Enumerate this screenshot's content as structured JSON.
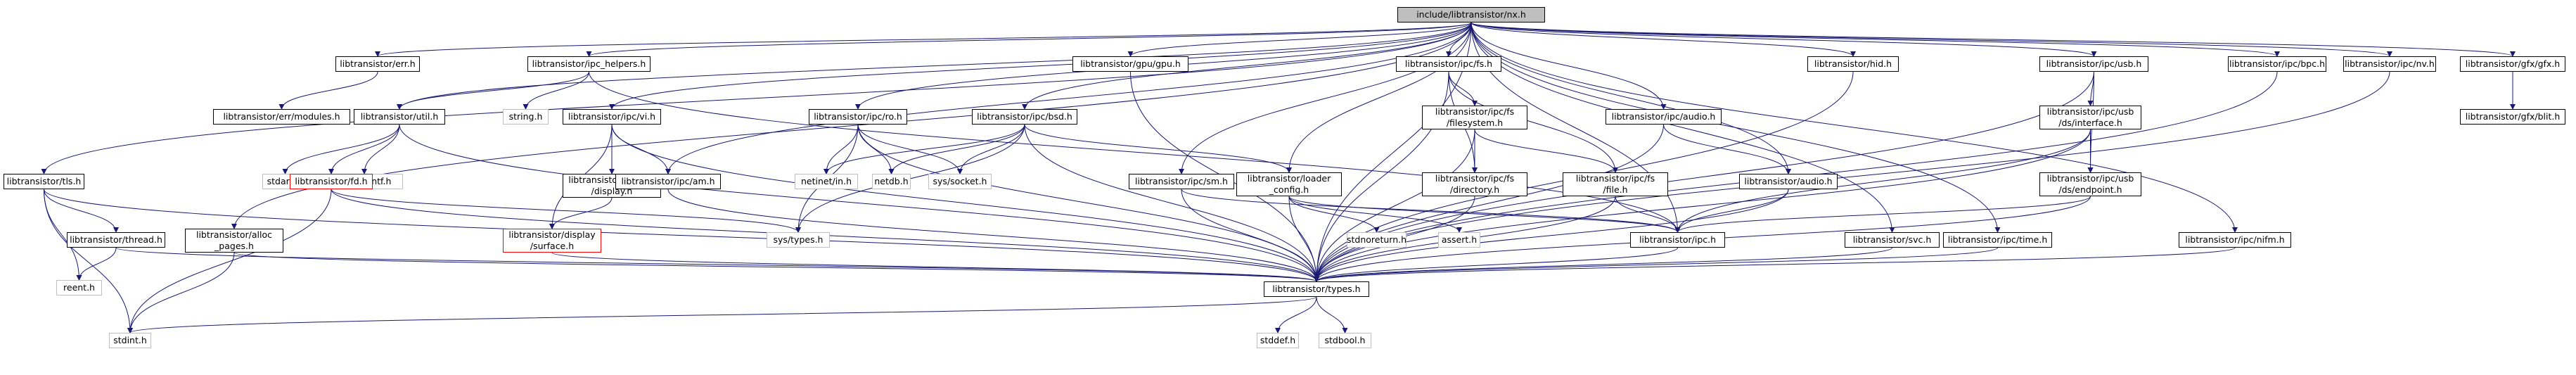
{
  "diagram": {
    "title": "include/libtransistor/nx.h",
    "nodes": [
      {
        "id": "nx",
        "lines": [
          "include/libtransistor/nx.h"
        ],
        "kind": "root"
      },
      {
        "id": "err",
        "lines": [
          "libtransistor/err.h"
        ],
        "kind": "normal"
      },
      {
        "id": "ipc_helpers",
        "lines": [
          "libtransistor/ipc_helpers.h"
        ],
        "kind": "normal"
      },
      {
        "id": "gpu",
        "lines": [
          "libtransistor/gpu/gpu.h"
        ],
        "kind": "normal"
      },
      {
        "id": "ipc_fs",
        "lines": [
          "libtransistor/ipc/fs.h"
        ],
        "kind": "normal"
      },
      {
        "id": "hid",
        "lines": [
          "libtransistor/hid.h"
        ],
        "kind": "normal"
      },
      {
        "id": "ipc_usb",
        "lines": [
          "libtransistor/ipc/usb.h"
        ],
        "kind": "normal"
      },
      {
        "id": "ipc_bpc",
        "lines": [
          "libtransistor/ipc/bpc.h"
        ],
        "kind": "normal"
      },
      {
        "id": "ipc_nv",
        "lines": [
          "libtransistor/ipc/nv.h"
        ],
        "kind": "normal"
      },
      {
        "id": "gfx",
        "lines": [
          "libtransistor/gfx/gfx.h"
        ],
        "kind": "normal"
      },
      {
        "id": "err_modules",
        "lines": [
          "libtransistor/err/modules.h"
        ],
        "kind": "normal"
      },
      {
        "id": "util",
        "lines": [
          "libtransistor/util.h"
        ],
        "kind": "normal"
      },
      {
        "id": "string",
        "lines": [
          "string.h"
        ],
        "kind": "system"
      },
      {
        "id": "ipc_vi",
        "lines": [
          "libtransistor/ipc/vi.h"
        ],
        "kind": "normal"
      },
      {
        "id": "ipc_ro",
        "lines": [
          "libtransistor/ipc/ro.h"
        ],
        "kind": "normal"
      },
      {
        "id": "ipc_bsd",
        "lines": [
          "libtransistor/ipc/bsd.h"
        ],
        "kind": "normal"
      },
      {
        "id": "ipc_fs_filesystem",
        "lines": [
          "libtransistor/ipc/fs",
          "/filesystem.h"
        ],
        "kind": "normal"
      },
      {
        "id": "ipc_audio",
        "lines": [
          "libtransistor/ipc/audio.h"
        ],
        "kind": "normal"
      },
      {
        "id": "usb_ds_interface",
        "lines": [
          "libtransistor/ipc/usb",
          "/ds/interface.h"
        ],
        "kind": "normal"
      },
      {
        "id": "gfx_blit",
        "lines": [
          "libtransistor/gfx/blit.h"
        ],
        "kind": "normal"
      },
      {
        "id": "tls",
        "lines": [
          "libtransistor/tls.h"
        ],
        "kind": "normal"
      },
      {
        "id": "stdarg",
        "lines": [
          "stdarg.h"
        ],
        "kind": "system"
      },
      {
        "id": "stb_sprintf",
        "lines": [
          "stb_sprintf.h"
        ],
        "kind": "system"
      },
      {
        "id": "fd",
        "lines": [
          "libtransistor/fd.h"
        ],
        "kind": "missing"
      },
      {
        "id": "display_display",
        "lines": [
          "libtransistor/display",
          "/display.h"
        ],
        "kind": "normal"
      },
      {
        "id": "ipc_am",
        "lines": [
          "libtransistor/ipc/am.h"
        ],
        "kind": "normal"
      },
      {
        "id": "netinet_in",
        "lines": [
          "netinet/in.h"
        ],
        "kind": "system"
      },
      {
        "id": "netdb",
        "lines": [
          "netdb.h"
        ],
        "kind": "system"
      },
      {
        "id": "sys_socket",
        "lines": [
          "sys/socket.h"
        ],
        "kind": "system"
      },
      {
        "id": "ipc_sm",
        "lines": [
          "libtransistor/ipc/sm.h"
        ],
        "kind": "normal"
      },
      {
        "id": "loader_config",
        "lines": [
          "libtransistor/loader",
          "_config.h"
        ],
        "kind": "normal"
      },
      {
        "id": "ipc_fs_directory",
        "lines": [
          "libtransistor/ipc/fs",
          "/directory.h"
        ],
        "kind": "normal"
      },
      {
        "id": "ipc_fs_file",
        "lines": [
          "libtransistor/ipc/fs",
          "/file.h"
        ],
        "kind": "normal"
      },
      {
        "id": "audio",
        "lines": [
          "libtransistor/audio.h"
        ],
        "kind": "normal"
      },
      {
        "id": "usb_ds_endpoint",
        "lines": [
          "libtransistor/ipc/usb",
          "/ds/endpoint.h"
        ],
        "kind": "normal"
      },
      {
        "id": "thread",
        "lines": [
          "libtransistor/thread.h"
        ],
        "kind": "normal"
      },
      {
        "id": "alloc_pages",
        "lines": [
          "libtransistor/alloc",
          "_pages.h"
        ],
        "kind": "normal"
      },
      {
        "id": "display_surface",
        "lines": [
          "libtransistor/display",
          "/surface.h"
        ],
        "kind": "missing"
      },
      {
        "id": "sys_types",
        "lines": [
          "sys/types.h"
        ],
        "kind": "system"
      },
      {
        "id": "stdnoreturn",
        "lines": [
          "stdnoreturn.h"
        ],
        "kind": "system"
      },
      {
        "id": "assert",
        "lines": [
          "assert.h"
        ],
        "kind": "system"
      },
      {
        "id": "ipc",
        "lines": [
          "libtransistor/ipc.h"
        ],
        "kind": "normal"
      },
      {
        "id": "svc",
        "lines": [
          "libtransistor/svc.h"
        ],
        "kind": "normal"
      },
      {
        "id": "ipc_time",
        "lines": [
          "libtransistor/ipc/time.h"
        ],
        "kind": "normal"
      },
      {
        "id": "ipc_nifm",
        "lines": [
          "libtransistor/ipc/nifm.h"
        ],
        "kind": "normal"
      },
      {
        "id": "rect",
        "lines": [
          "reent.h"
        ],
        "kind": "system"
      },
      {
        "id": "types",
        "lines": [
          "libtransistor/types.h"
        ],
        "kind": "normal"
      },
      {
        "id": "stdint",
        "lines": [
          "stdint.h"
        ],
        "kind": "system"
      },
      {
        "id": "stddef",
        "lines": [
          "stddef.h"
        ],
        "kind": "system"
      },
      {
        "id": "stdbool",
        "lines": [
          "stdbool.h"
        ],
        "kind": "system"
      }
    ],
    "edges": [
      [
        "nx",
        "err"
      ],
      [
        "nx",
        "ipc_helpers"
      ],
      [
        "nx",
        "gpu"
      ],
      [
        "nx",
        "ipc_fs"
      ],
      [
        "nx",
        "hid"
      ],
      [
        "nx",
        "ipc_usb"
      ],
      [
        "nx",
        "ipc_bpc"
      ],
      [
        "nx",
        "ipc_nv"
      ],
      [
        "nx",
        "gfx"
      ],
      [
        "nx",
        "util"
      ],
      [
        "nx",
        "ipc_vi"
      ],
      [
        "nx",
        "ipc_ro"
      ],
      [
        "nx",
        "ipc_bsd"
      ],
      [
        "nx",
        "ipc_audio"
      ],
      [
        "nx",
        "tls"
      ],
      [
        "nx",
        "ipc_am"
      ],
      [
        "nx",
        "ipc_sm"
      ],
      [
        "nx",
        "loader_config"
      ],
      [
        "nx",
        "audio"
      ],
      [
        "nx",
        "ipc"
      ],
      [
        "nx",
        "svc"
      ],
      [
        "nx",
        "ipc_time"
      ],
      [
        "nx",
        "ipc_nifm"
      ],
      [
        "nx",
        "types"
      ],
      [
        "nx",
        "alloc_pages"
      ],
      [
        "err",
        "err_modules"
      ],
      [
        "ipc_helpers",
        "util"
      ],
      [
        "ipc_helpers",
        "string"
      ],
      [
        "ipc_helpers",
        "ipc"
      ],
      [
        "gpu",
        "types"
      ],
      [
        "ipc_fs",
        "ipc_fs_filesystem"
      ],
      [
        "ipc_fs",
        "ipc_fs_directory"
      ],
      [
        "ipc_fs",
        "ipc_fs_file"
      ],
      [
        "ipc_fs",
        "types"
      ],
      [
        "hid",
        "types"
      ],
      [
        "ipc_usb",
        "usb_ds_interface"
      ],
      [
        "ipc_usb",
        "usb_ds_endpoint"
      ],
      [
        "ipc_usb",
        "types"
      ],
      [
        "ipc_bpc",
        "types"
      ],
      [
        "ipc_nv",
        "types"
      ],
      [
        "gfx",
        "gfx_blit"
      ],
      [
        "util",
        "stdarg"
      ],
      [
        "util",
        "stb_sprintf"
      ],
      [
        "util",
        "fd"
      ],
      [
        "util",
        "types"
      ],
      [
        "ipc_vi",
        "display_display"
      ],
      [
        "ipc_vi",
        "ipc_am"
      ],
      [
        "ipc_vi",
        "display_surface"
      ],
      [
        "ipc_vi",
        "types"
      ],
      [
        "ipc_ro",
        "netinet_in"
      ],
      [
        "ipc_ro",
        "netdb"
      ],
      [
        "ipc_ro",
        "sys_socket"
      ],
      [
        "ipc_ro",
        "sys_types"
      ],
      [
        "ipc_ro",
        "types"
      ],
      [
        "ipc_bsd",
        "netinet_in"
      ],
      [
        "ipc_bsd",
        "netdb"
      ],
      [
        "ipc_bsd",
        "sys_socket"
      ],
      [
        "ipc_bsd",
        "sys_types"
      ],
      [
        "ipc_bsd",
        "loader_config"
      ],
      [
        "ipc_bsd",
        "types"
      ],
      [
        "ipc_fs_filesystem",
        "ipc_fs_directory"
      ],
      [
        "ipc_fs_filesystem",
        "ipc_fs_file"
      ],
      [
        "ipc_fs_filesystem",
        "types"
      ],
      [
        "ipc_audio",
        "audio"
      ],
      [
        "ipc_audio",
        "types"
      ],
      [
        "usb_ds_interface",
        "usb_ds_endpoint"
      ],
      [
        "usb_ds_interface",
        "ipc"
      ],
      [
        "usb_ds_interface",
        "types"
      ],
      [
        "tls",
        "thread"
      ],
      [
        "tls",
        "rect"
      ],
      [
        "tls",
        "stdint"
      ],
      [
        "tls",
        "types"
      ],
      [
        "fd",
        "sys_types"
      ],
      [
        "fd",
        "stdint"
      ],
      [
        "fd",
        "types"
      ],
      [
        "display_display",
        "display_surface"
      ],
      [
        "display_surface",
        "types"
      ],
      [
        "ipc_am",
        "types"
      ],
      [
        "ipc_sm",
        "ipc"
      ],
      [
        "ipc_sm",
        "types"
      ],
      [
        "loader_config",
        "stdnoreturn"
      ],
      [
        "loader_config",
        "assert"
      ],
      [
        "loader_config",
        "ipc"
      ],
      [
        "loader_config",
        "types"
      ],
      [
        "ipc_fs_directory",
        "types"
      ],
      [
        "ipc_fs_file",
        "ipc"
      ],
      [
        "ipc_fs_file",
        "types"
      ],
      [
        "audio",
        "ipc"
      ],
      [
        "audio",
        "types"
      ],
      [
        "usb_ds_endpoint",
        "ipc"
      ],
      [
        "usb_ds_endpoint",
        "types"
      ],
      [
        "thread",
        "rect"
      ],
      [
        "thread",
        "types"
      ],
      [
        "alloc_pages",
        "stdint"
      ],
      [
        "alloc_pages",
        "types"
      ],
      [
        "ipc",
        "types"
      ],
      [
        "svc",
        "types"
      ],
      [
        "ipc_time",
        "types"
      ],
      [
        "ipc_nifm",
        "types"
      ],
      [
        "types",
        "stdint"
      ],
      [
        "types",
        "stddef"
      ],
      [
        "types",
        "stdbool"
      ]
    ]
  },
  "colors": {
    "edge": "#191970",
    "edge_system": "#191970",
    "root_fill": "#bfbfbf",
    "missing_border": "#ff0000",
    "system_border": "#bfbfbf"
  }
}
